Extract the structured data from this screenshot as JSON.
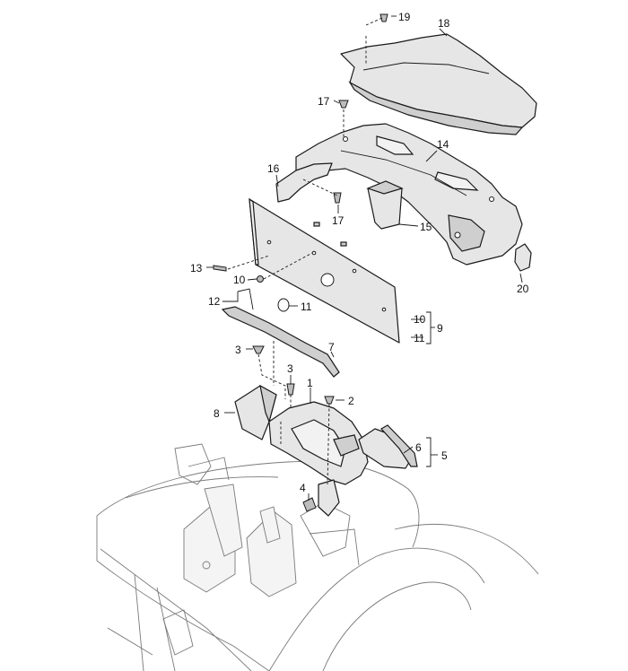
{
  "callouts": {
    "c1": "1",
    "c2": "2",
    "c3a": "3",
    "c3b": "3",
    "c4": "4",
    "c5": "5",
    "c6": "6",
    "c7": "7",
    "c8": "8",
    "c9": "9",
    "c10a": "10",
    "c10b": "10",
    "c11a": "11",
    "c11b": "11",
    "c12": "12",
    "c13": "13",
    "c14": "14",
    "c15": "15",
    "c16": "16",
    "c17a": "17",
    "c17b": "17",
    "c18": "18",
    "c19": "19",
    "c20": "20"
  },
  "colors": {
    "line": "#1a1a1a",
    "fill": "#e6e6e6",
    "car_outline": "#7a7a7a"
  }
}
